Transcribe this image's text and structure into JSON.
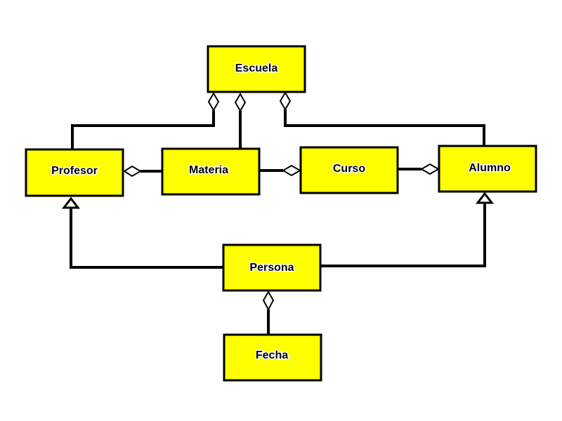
{
  "diagram": {
    "type": "uml-class-diagram",
    "colors": {
      "box_fill": "#ffff00",
      "box_border": "#000000",
      "line": "#000000",
      "marker_fill": "#ffffff"
    },
    "classes": {
      "escuela": "Escuela",
      "profesor": "Profesor",
      "materia": "Materia",
      "curso": "Curso",
      "alumno": "Alumno",
      "persona": "Persona",
      "fecha": "Fecha"
    },
    "relationships": [
      {
        "from": "Profesor",
        "to": "Escuela",
        "kind": "aggregation"
      },
      {
        "from": "Materia",
        "to": "Escuela",
        "kind": "aggregation"
      },
      {
        "from": "Alumno",
        "to": "Escuela",
        "kind": "aggregation"
      },
      {
        "from": "Materia",
        "to": "Profesor",
        "kind": "aggregation"
      },
      {
        "from": "Materia",
        "to": "Curso",
        "kind": "aggregation"
      },
      {
        "from": "Curso",
        "to": "Alumno",
        "kind": "aggregation"
      },
      {
        "from": "Fecha",
        "to": "Persona",
        "kind": "aggregation"
      },
      {
        "from": "Persona",
        "to": "Profesor",
        "kind": "generalization"
      },
      {
        "from": "Persona",
        "to": "Alumno",
        "kind": "generalization"
      }
    ]
  }
}
